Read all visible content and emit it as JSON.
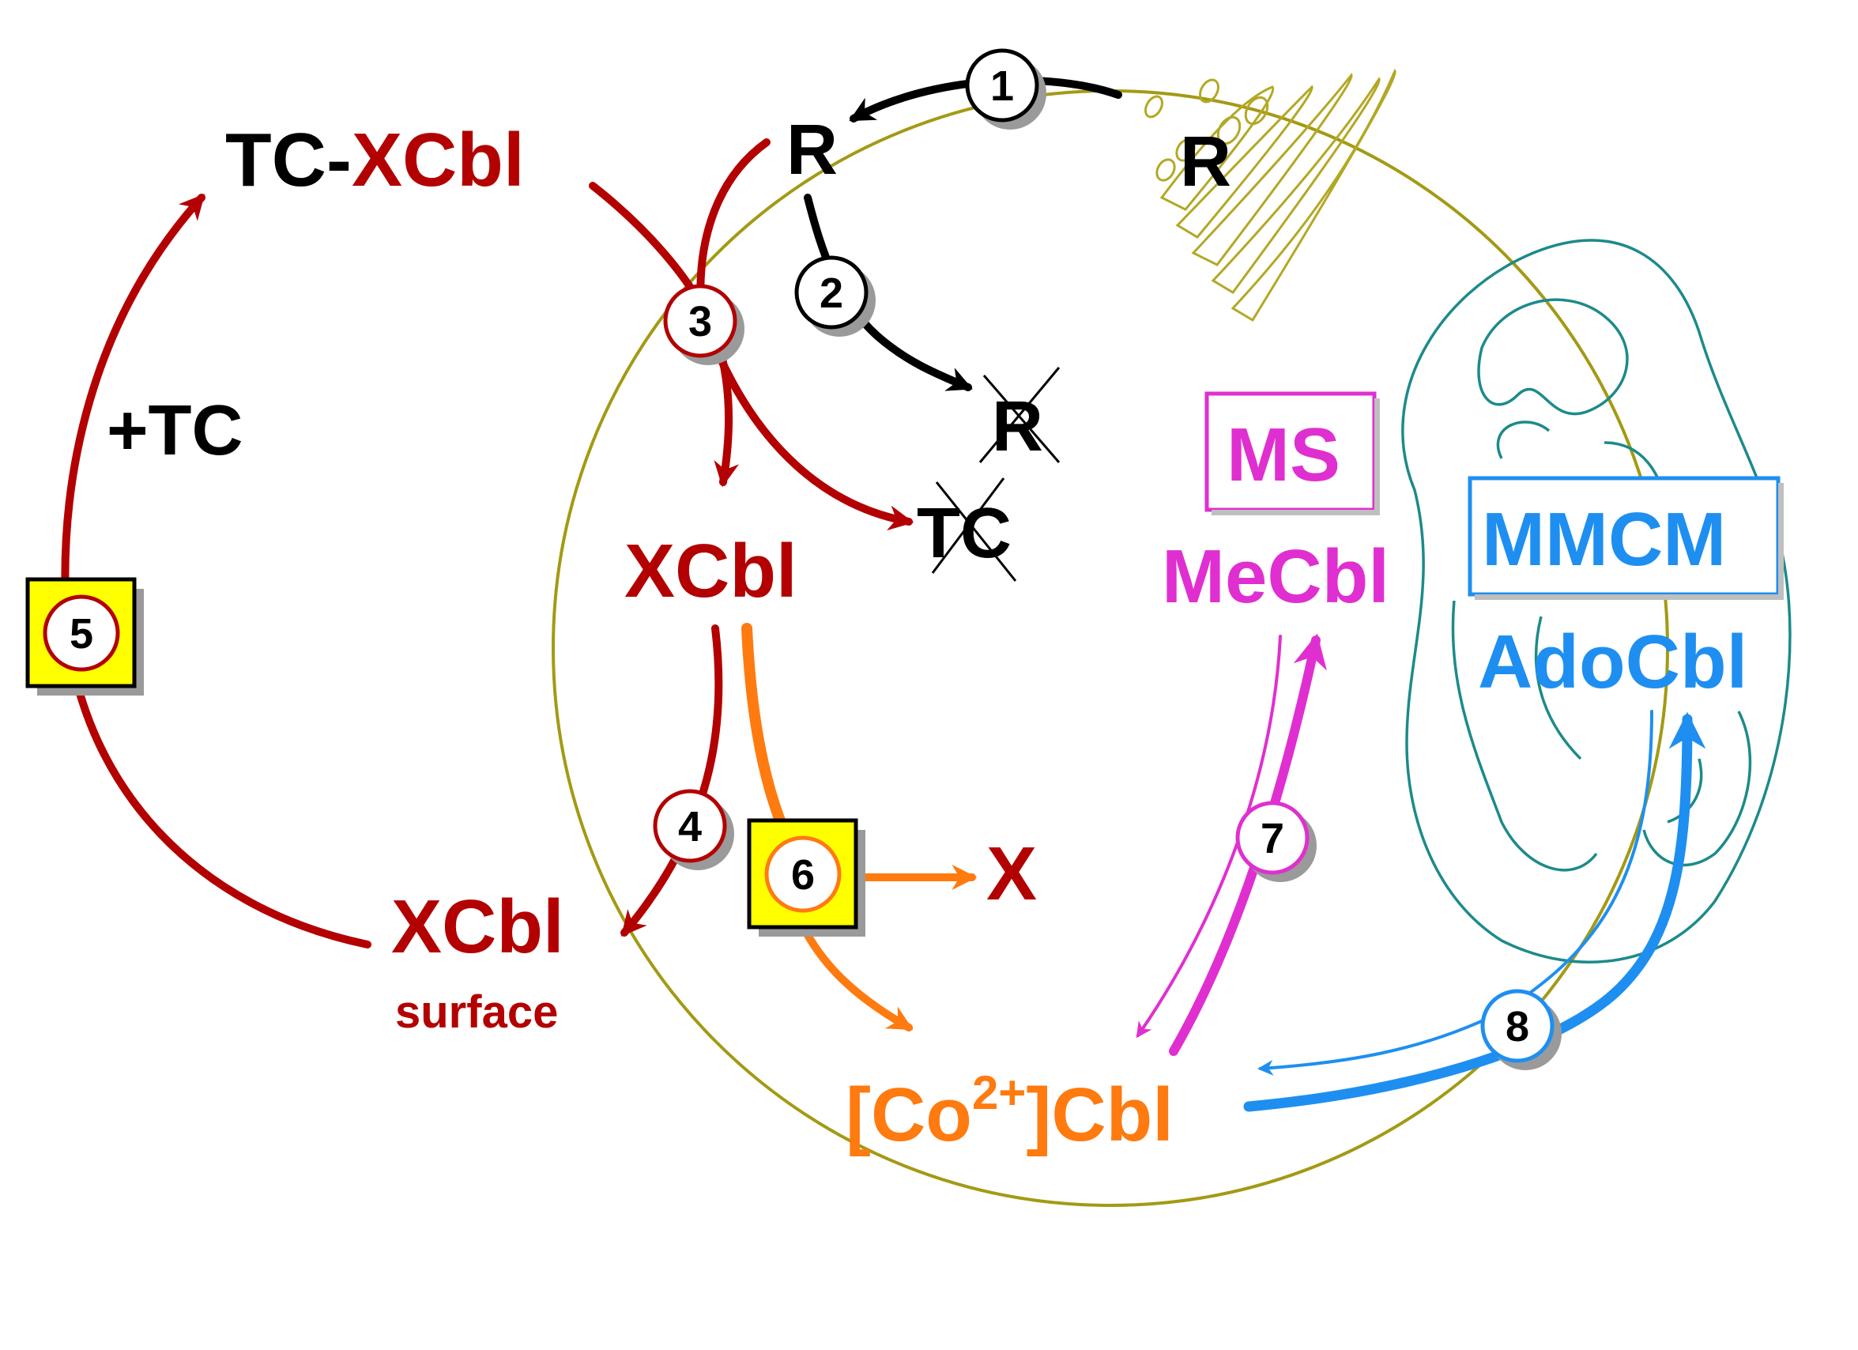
{
  "labels": {
    "tc_prefix": "TC-",
    "tc_xcbl": "XCbl",
    "plus_tc": "+TC",
    "r_top": "R",
    "r_right": "R",
    "r_crossed": "R",
    "tc_crossed": "TC",
    "xcbl_center": "XCbl",
    "xcbl_surface": "XCbl",
    "surface": "surface",
    "x_product": "X",
    "co_open": "[Co",
    "co_sup": "2+",
    "co_close": "]Cbl",
    "ms": "MS",
    "mecbl": "MeCbl",
    "mmcm": "MMCM",
    "adocbl": "AdoCbl"
  },
  "steps": [
    "1",
    "2",
    "3",
    "4",
    "5",
    "6",
    "7",
    "8"
  ],
  "colors": {
    "dark_red": "#b30000",
    "orange": "#ff7a0f",
    "magenta": "#e02fd0",
    "blue": "#1e8ff0",
    "black": "#000000",
    "cell_outline": "#a39a14",
    "golgi": "#b3a824",
    "mito": "#1d8a8a",
    "highlight_box": "#ffff00"
  }
}
